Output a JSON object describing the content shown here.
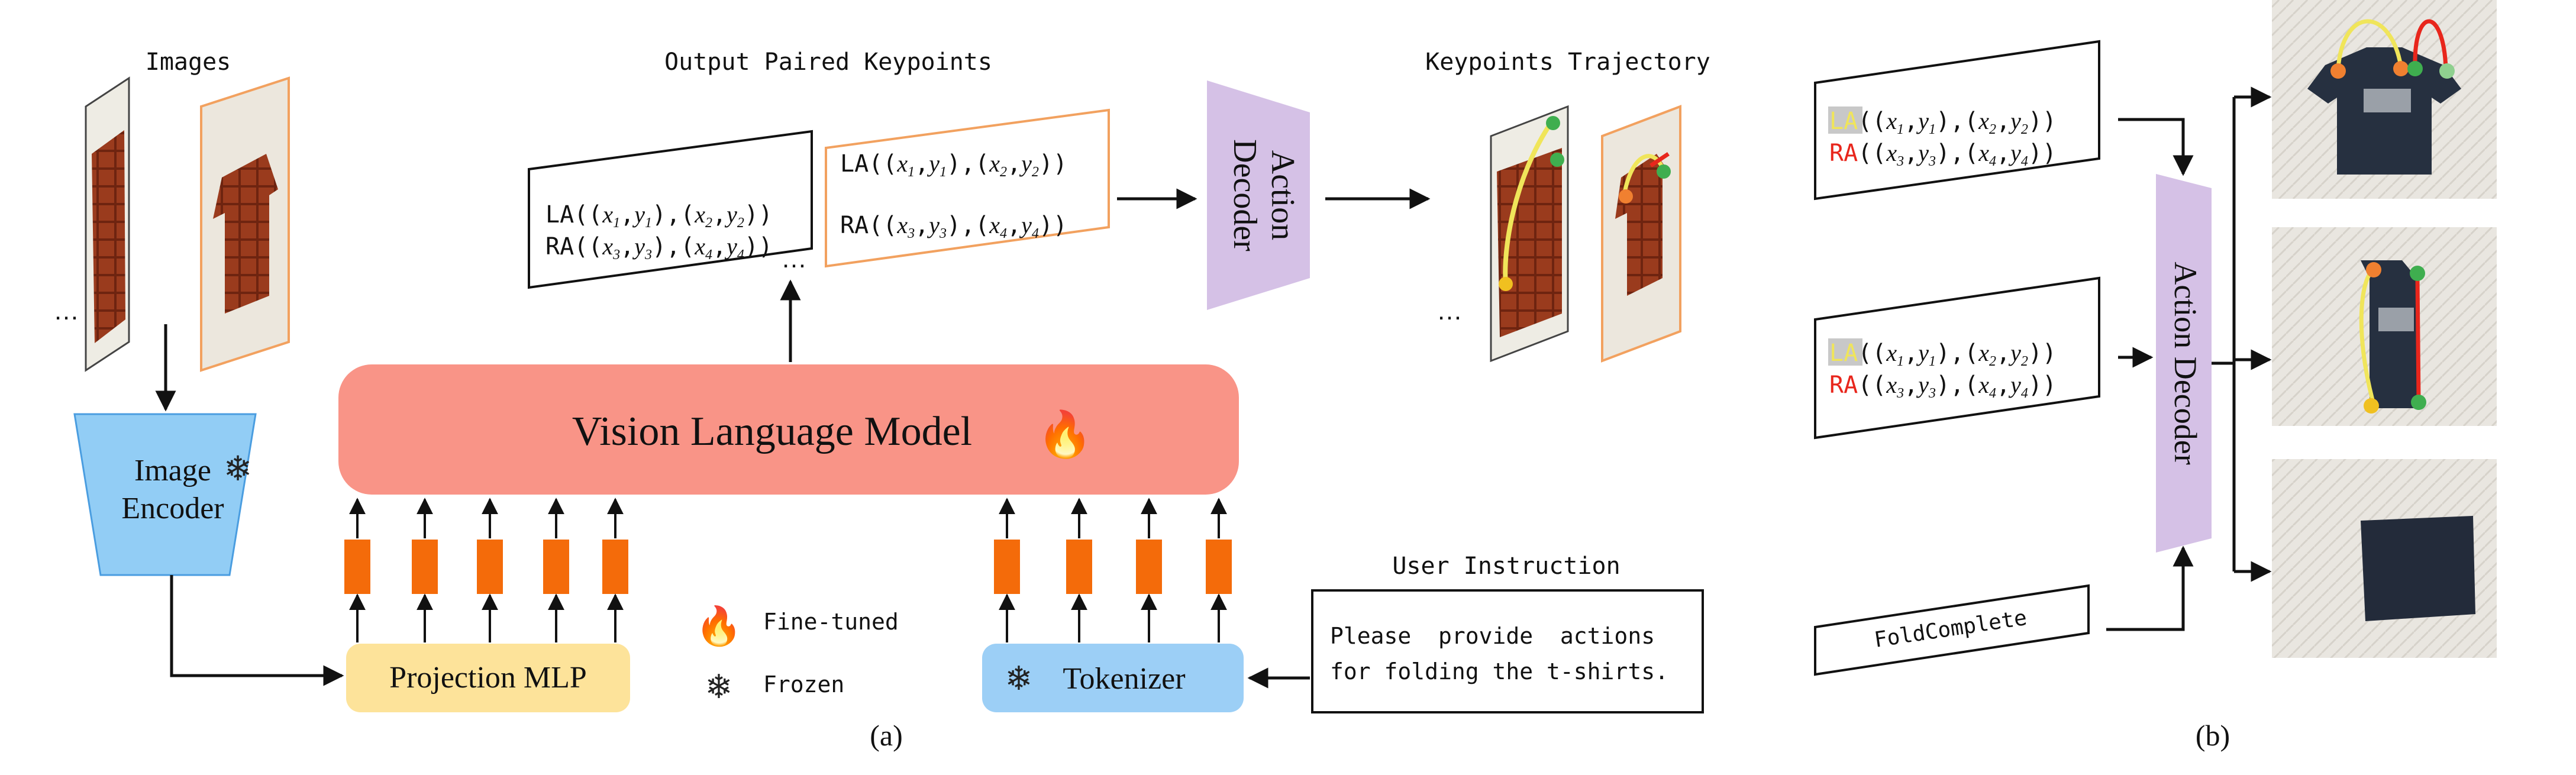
{
  "panel_a": {
    "images_label": "Images",
    "ellipsis": "…",
    "output_label": "Output Paired Keypoints",
    "trajectory_label": "Keypoints Trajectory",
    "vlm_label": "Vision Language Model",
    "image_encoder_line1": "Image",
    "image_encoder_line2": "Encoder",
    "projection_label": "Projection MLP",
    "tokenizer_label": "Tokenizer",
    "action_decoder_line1": "Action",
    "action_decoder_line2": "Decoder",
    "legend_finetuned": "Fine-tuned",
    "legend_frozen": "Frozen",
    "user_instruction_label": "User Instruction",
    "instruction_line1": "Please  provide  actions",
    "instruction_line2": "for folding the t-shirts.",
    "kp_la_prefix": "LA",
    "kp_ra_prefix": "RA",
    "caption": "(a)"
  },
  "panel_b": {
    "action_decoder_label": "Action Decoder",
    "fold_complete": "FoldComplete",
    "kp_la_prefix": "LA",
    "kp_ra_prefix": "RA",
    "caption": "(b)"
  },
  "colors": {
    "vlm": "#f99487",
    "encoder": "#92cdf5",
    "projection": "#fde39a",
    "tokenizer": "#9ccff6",
    "decoder": "#d5c1e6",
    "token": "#f46b0a",
    "orange_border": "#f2a15f",
    "la_red": "#e8261c",
    "la_highlight_yellow": "#f0e55a",
    "la_highlight_gray": "#c8c8c8"
  }
}
